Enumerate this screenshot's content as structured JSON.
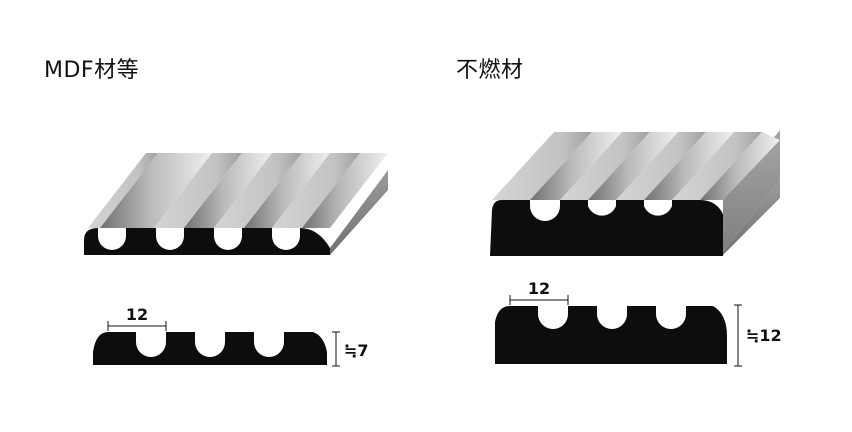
{
  "panels": {
    "left": {
      "title": "MDF材等",
      "width_label": "12",
      "height_label": "≒7"
    },
    "right": {
      "title": "不燃材",
      "width_label": "12",
      "height_label": "≒12"
    }
  },
  "colors": {
    "profile": "#0d0d0d",
    "top_face": "#c9cbcb",
    "side_face": "#8c8e8e"
  }
}
